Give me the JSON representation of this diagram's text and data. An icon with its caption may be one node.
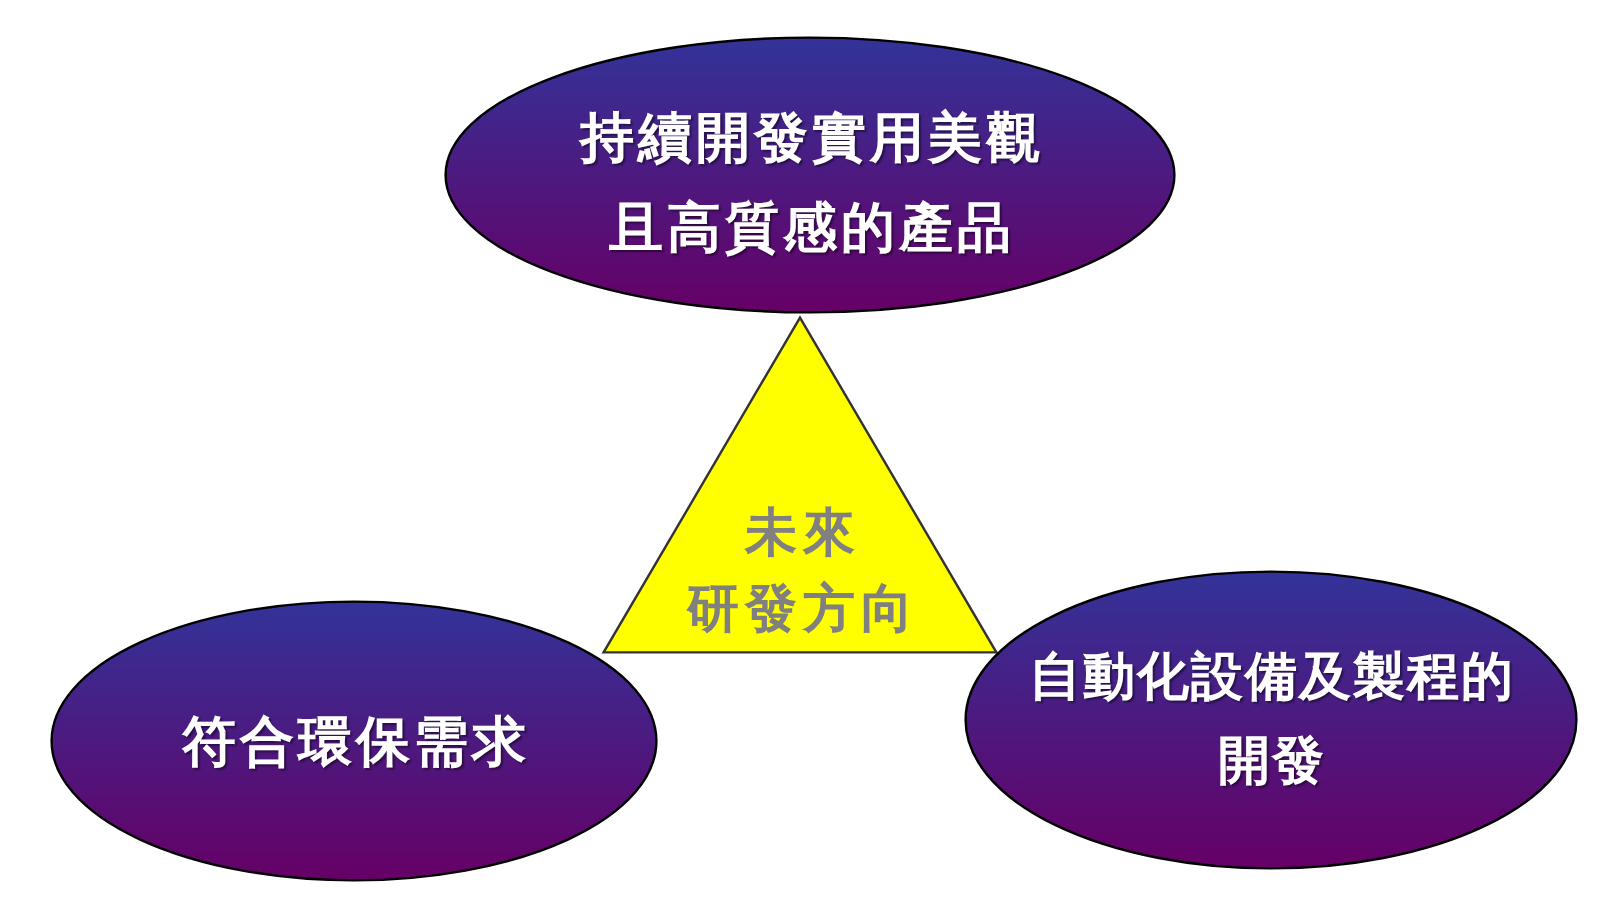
{
  "diagram": {
    "nodes": [
      {
        "text": [
          "持續開發實用美觀且高質感的產品"
        ]
      },
      {
        "text": [
          "未來研發方向"
        ]
      },
      {
        "text": [
          "符合環保需求"
        ]
      },
      {
        "text": [
          "自動化設備及製程的開發"
        ]
      }
    ]
  }
}
